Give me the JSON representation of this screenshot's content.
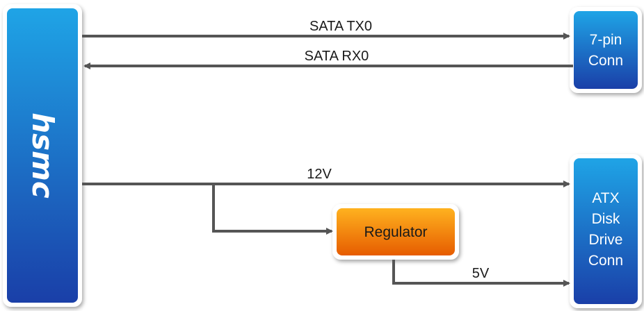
{
  "diagram": {
    "host_logo": "hsmc",
    "blocks": {
      "connector_7pin": [
        "7-pin",
        "Conn"
      ],
      "regulator": "Regulator",
      "atx_connector": [
        "ATX",
        "Disk",
        "Drive",
        "Conn"
      ]
    },
    "signals": {
      "sata_tx": "SATA TX0",
      "sata_rx": "SATA RX0",
      "power_12v": "12V",
      "power_5v": "5V"
    },
    "colors": {
      "blue_top": "#1fa4e6",
      "blue_bottom": "#1a3fa8",
      "orange_top": "#ffb21f",
      "orange_bottom": "#e65c00",
      "wire": "#555555"
    }
  }
}
